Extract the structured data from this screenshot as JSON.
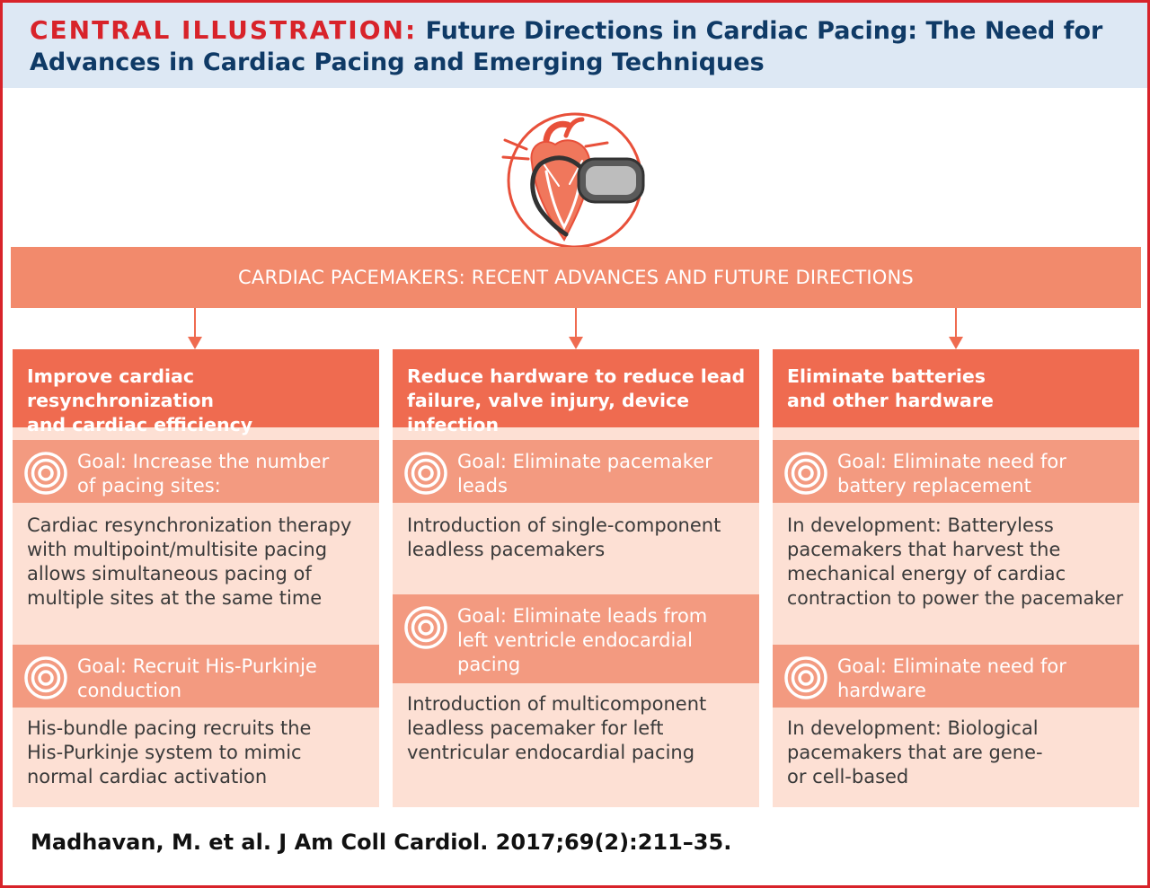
{
  "header": {
    "label": "CENTRAL ILLUSTRATION:",
    "title_line1": "Future Directions in Cardiac Pacing: The Need for",
    "title_line2": "Advances in Cardiac Pacing and Emerging Techniques"
  },
  "banner": {
    "text": "CARDIAC PACEMAKERS: RECENT ADVANCES AND FUTURE DIRECTIONS"
  },
  "columns": [
    {
      "heading_line1": "Improve cardiac resynchronization",
      "heading_line2": "and cardiac efficiency",
      "goals": [
        {
          "text_line1": "Goal: Increase the number",
          "text_line2": "of pacing sites:",
          "text_line3": "",
          "body_lines": [
            "Cardiac resynchronization therapy",
            "with multipoint/multisite pacing",
            "allows simultaneous pacing of",
            "multiple sites at the same time"
          ]
        },
        {
          "text_line1": "Goal: Recruit His-Purkinje",
          "text_line2": "conduction",
          "text_line3": "",
          "body_lines": [
            "His-bundle pacing recruits the",
            "His-Purkinje system to mimic",
            "normal cardiac activation"
          ]
        }
      ]
    },
    {
      "heading_line1": "Reduce hardware to reduce lead",
      "heading_line2": "failure, valve injury, device infection",
      "goals": [
        {
          "text_line1": "Goal: Eliminate pacemaker",
          "text_line2": "leads",
          "text_line3": "",
          "body_lines": [
            "Introduction of single-component",
            "leadless pacemakers"
          ]
        },
        {
          "text_line1": "Goal: Eliminate leads from",
          "text_line2": "left ventricle endocardial",
          "text_line3": "pacing",
          "body_lines": [
            "Introduction of multicomponent",
            "leadless pacemaker for left",
            "ventricular endocardial pacing"
          ]
        }
      ]
    },
    {
      "heading_line1": "Eliminate batteries",
      "heading_line2": "and other hardware",
      "goals": [
        {
          "text_line1": "Goal: Eliminate need for",
          "text_line2": "battery replacement",
          "text_line3": "",
          "body_lines": [
            "In development: Batteryless",
            "pacemakers that harvest the",
            "mechanical energy of cardiac",
            "contraction to power the pacemaker"
          ]
        },
        {
          "text_line1": "Goal: Eliminate need for",
          "text_line2": "hardware",
          "text_line3": "",
          "body_lines": [
            "In development: Biological",
            "pacemakers that are gene-",
            "or cell-based"
          ]
        }
      ]
    }
  ],
  "citation": {
    "text": "Madhavan, M. et al. J Am Coll Cardiol. 2017;69(2):211–35."
  },
  "colors": {
    "frame_red": "#d8232a",
    "header_bg": "#dde8f4",
    "title_navy": "#0f3a66",
    "banner_salmon": "#f28a6c",
    "heading_red": "#ef6b50",
    "goal_salmon": "#f39a80",
    "panel_peach": "#fde0d4"
  },
  "icons": {
    "hero": "heart-pacemaker-icon",
    "goal": "target-icon"
  }
}
